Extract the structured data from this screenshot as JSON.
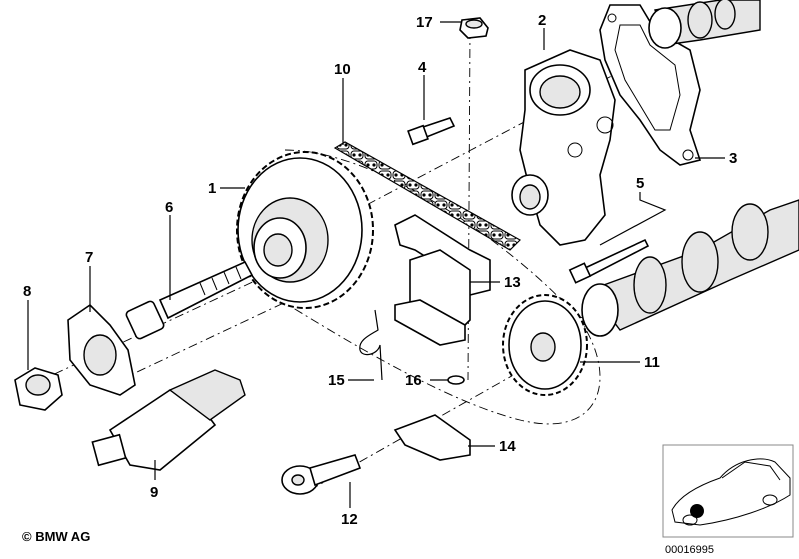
{
  "diagram": {
    "callouts": [
      {
        "id": "1",
        "label": "1"
      },
      {
        "id": "2",
        "label": "2"
      },
      {
        "id": "3",
        "label": "3"
      },
      {
        "id": "4",
        "label": "4"
      },
      {
        "id": "5",
        "label": "5"
      },
      {
        "id": "6",
        "label": "6"
      },
      {
        "id": "7",
        "label": "7"
      },
      {
        "id": "8",
        "label": "8"
      },
      {
        "id": "9",
        "label": "9"
      },
      {
        "id": "10",
        "label": "10"
      },
      {
        "id": "11",
        "label": "11"
      },
      {
        "id": "12",
        "label": "12"
      },
      {
        "id": "13",
        "label": "13"
      },
      {
        "id": "14",
        "label": "14"
      },
      {
        "id": "15",
        "label": "15"
      },
      {
        "id": "16",
        "label": "16"
      },
      {
        "id": "17",
        "label": "17"
      }
    ],
    "copyright": "© BMW AG",
    "document_number": "00016995"
  }
}
